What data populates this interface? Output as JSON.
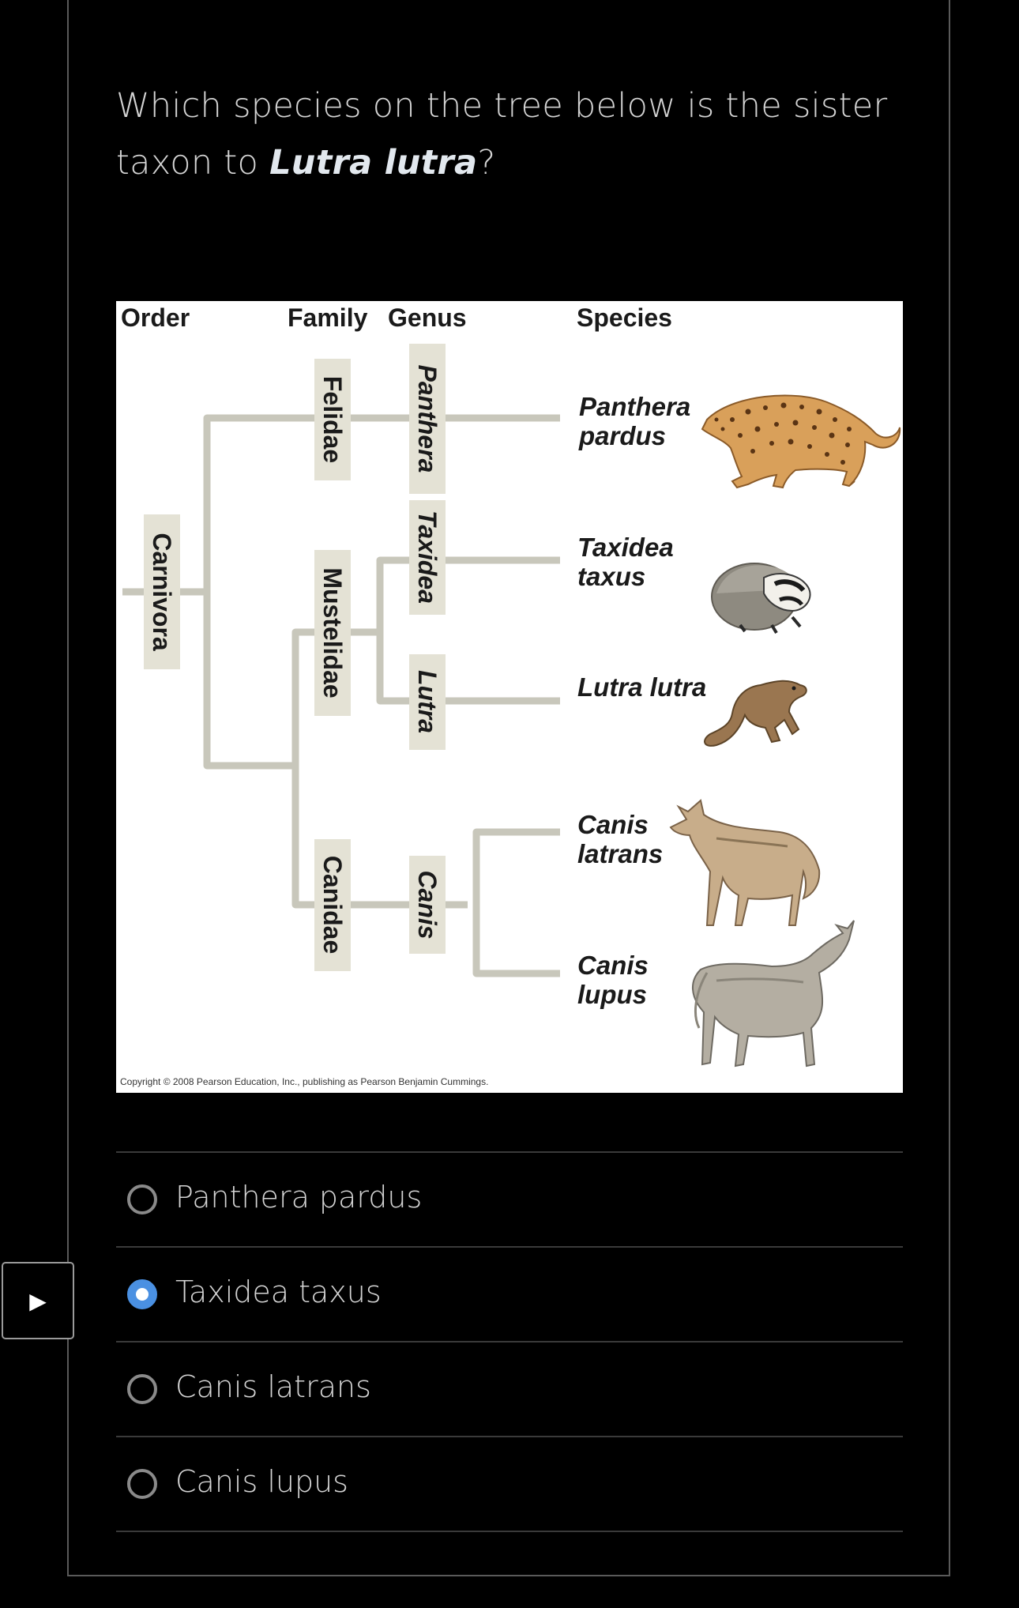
{
  "question": {
    "text_before": "Which species on the tree below is the sister taxon to ",
    "emphasis": "Lutra lutra",
    "text_after": "?"
  },
  "figure": {
    "headers": {
      "order": "Order",
      "family": "Family",
      "genus": "Genus",
      "species": "Species"
    },
    "order_label": "Carnivora",
    "families": [
      "Felidae",
      "Mustelidae",
      "Canidae"
    ],
    "genera": [
      "Panthera",
      "Taxidea",
      "Lutra",
      "Canis"
    ],
    "species": [
      {
        "line1": "Panthera",
        "line2": "pardus",
        "icon": "leopard-icon"
      },
      {
        "line1": "Taxidea",
        "line2": "taxus",
        "icon": "badger-icon"
      },
      {
        "line1": "Lutra lutra",
        "line2": "",
        "icon": "otter-icon"
      },
      {
        "line1": "Canis",
        "line2": "latrans",
        "icon": "coyote-icon"
      },
      {
        "line1": "Canis",
        "line2": "lupus",
        "icon": "wolf-icon"
      }
    ],
    "copyright": "Copyright © 2008 Pearson Education, Inc., publishing as Pearson Benjamin Cummings.",
    "colors": {
      "branch": "#c8c7bb",
      "label_bg": "#e4e2d5"
    }
  },
  "options": [
    {
      "label": "Panthera pardus",
      "selected": false
    },
    {
      "label": "Taxidea taxus",
      "selected": true
    },
    {
      "label": "Canis latrans",
      "selected": false
    },
    {
      "label": "Canis lupus",
      "selected": false
    }
  ],
  "side_button": {
    "icon": "play-icon",
    "glyph": "▶"
  },
  "colors": {
    "background": "#000000",
    "text": "#d4d4d4",
    "accent": "#4a90e2"
  }
}
